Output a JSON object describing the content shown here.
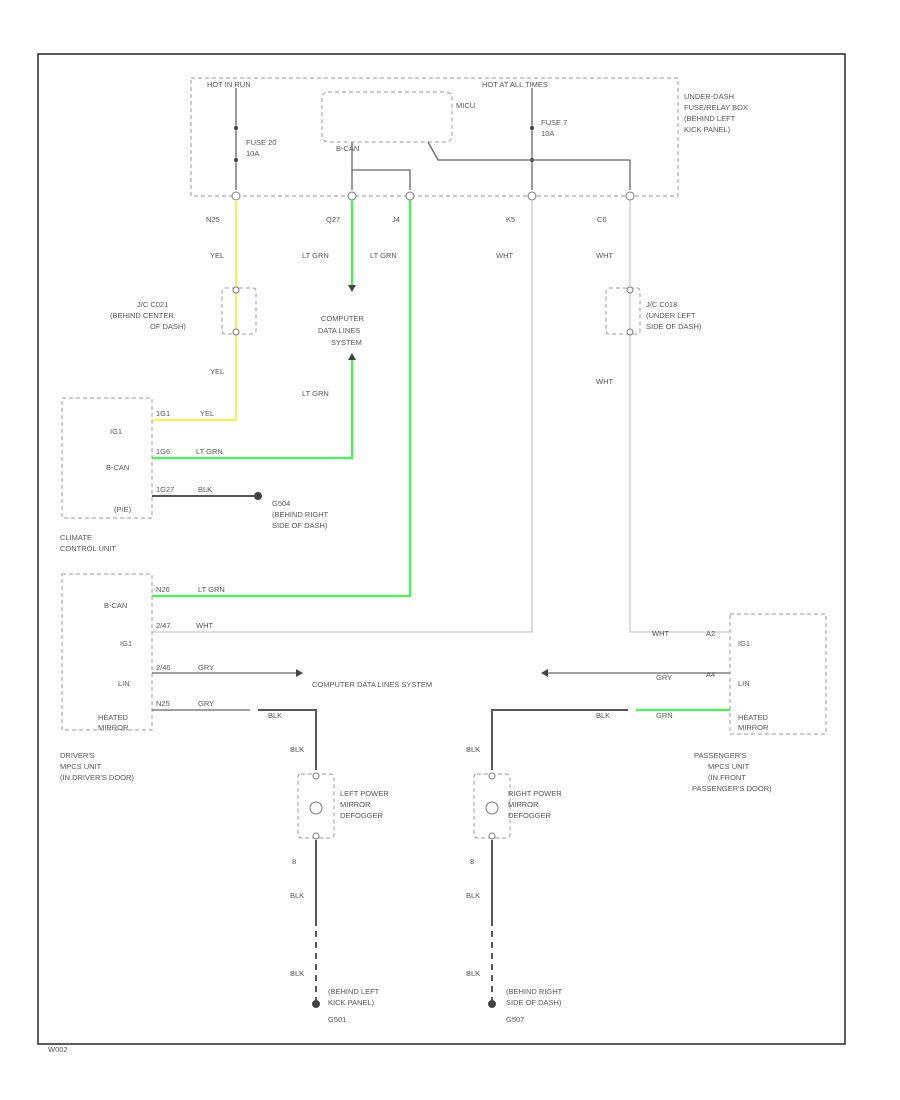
{
  "header": {
    "hot_in_run": "HOT IN RUN",
    "hot_at_all_times": "HOT AT ALL TIMES",
    "fusebox": [
      "UNDER-DASH",
      "FUSE/RELAY BOX",
      "(BEHIND LEFT",
      "KICK PANEL)"
    ],
    "fuse20": [
      "FUSE 20",
      "10A"
    ],
    "fuse7": [
      "FUSE 7",
      "10A"
    ],
    "micu": "MICU",
    "micu_bcan": "B-CAN"
  },
  "terminals": {
    "n25": "N25",
    "q27": "Q27",
    "j4": "J4",
    "k5": "K5",
    "c6": "C6"
  },
  "wire_labels": {
    "yel": "YEL",
    "lt_grn": "LT GRN",
    "wht": "WHT",
    "gry": "GRY",
    "blk": "BLK",
    "grn": "GRN"
  },
  "connectors": {
    "jc_c021": [
      "J/C C021",
      "(BEHIND CENTER",
      "OF DASH)"
    ],
    "jc_c018": [
      "J/C C018",
      "(UNDER LEFT",
      "SIDE OF DASH)"
    ]
  },
  "computer_data_lines": [
    "COMPUTER",
    "DATA LINES",
    "SYSTEM"
  ],
  "computer_data_lines_system": "COMPUTER DATA LINES SYSTEM",
  "climate": {
    "label": [
      "CLIMATE",
      "CONTROL UNIT"
    ],
    "pins": [
      "IG1",
      "B-CAN",
      "(P/E)"
    ],
    "pin_nums": [
      "1G1",
      "1G6",
      "1G27"
    ]
  },
  "ground_g504": [
    "G504",
    "(BEHIND RIGHT",
    "SIDE OF DASH)"
  ],
  "drivers": {
    "label": [
      "DRIVER'S",
      "MPCS UNIT",
      "(IN DRIVER'S DOOR)"
    ],
    "pins": [
      "B-CAN",
      "IG1",
      "LIN",
      "HEATED",
      "MIRROR"
    ],
    "pin_nums": [
      "N26",
      "2/47",
      "2/46",
      "N25"
    ]
  },
  "passengers": {
    "label": [
      "PASSENGER'S",
      "MPCS UNIT",
      "(IN FRONT",
      "PASSENGER'S DOOR)"
    ],
    "pins": [
      "IG1",
      "LIN",
      "HEATED",
      "MIRROR"
    ],
    "pin_nums": [
      "A2",
      "A4"
    ]
  },
  "left_defogger": [
    "LEFT POWER",
    "MIRROR",
    "DEFOGGER"
  ],
  "right_defogger": [
    "RIGHT POWER",
    "MIRROR",
    "DEFOGGER"
  ],
  "defogger_pin": "8",
  "ground_left": [
    "(BEHIND LEFT",
    "KICK PANEL)",
    "G501"
  ],
  "ground_right": [
    "(BEHIND RIGHT",
    "SIDE OF DASH)",
    "G507"
  ],
  "footer_code": "W002"
}
